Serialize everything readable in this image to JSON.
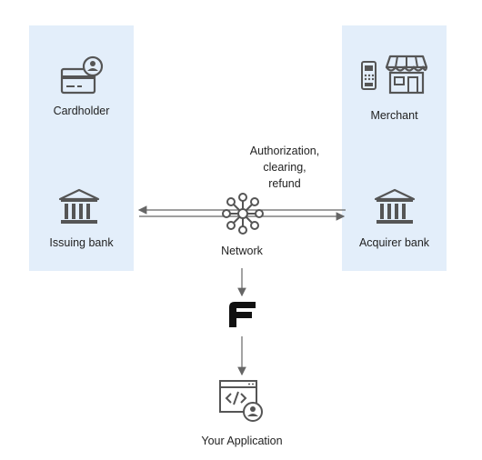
{
  "parties": {
    "cardholder": "Cardholder",
    "issuing_bank": "Issuing bank",
    "merchant": "Merchant",
    "acquirer_bank": "Acquirer bank",
    "network": "Network",
    "application": "Your Application"
  },
  "flow_label": [
    "Authorization,",
    "clearing,",
    "refund"
  ],
  "icons": {
    "cardholder": "card-user-icon",
    "issuing_bank": "bank-icon",
    "merchant_terminal": "card-terminal-icon",
    "merchant_store": "storefront-icon",
    "acquirer_bank": "bank-icon",
    "network": "network-icon",
    "logo": "brand-logo",
    "application": "code-window-user-icon"
  },
  "colors": {
    "panel": "#e3eefa",
    "icon": "#555555",
    "arrow": "#666666",
    "text": "#222222"
  }
}
